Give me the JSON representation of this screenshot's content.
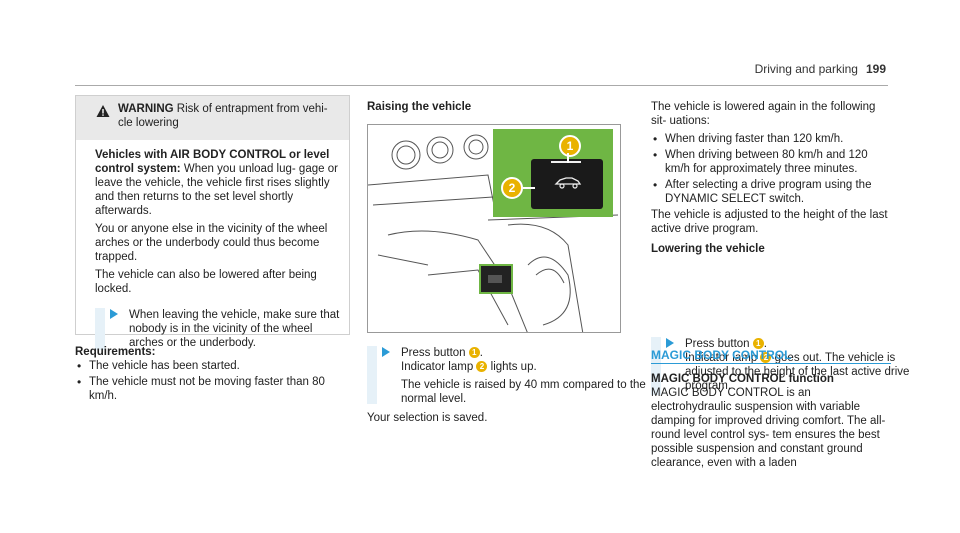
{
  "header": {
    "title": "Driving and parking",
    "page": "199"
  },
  "warning": {
    "label": "WARNING",
    "title": "Risk of entrapment from vehi- cle lowering",
    "subhead": "Vehicles with AIR BODY CONTROL or level control system:",
    "p1": "When you unload lug- gage or leave the vehicle, the vehicle first rises slightly and then returns to the set level shortly afterwards.",
    "p2": "You or anyone else in the vicinity of the wheel arches or the underbody could thus become trapped.",
    "p3": "The vehicle can also be lowered after being locked.",
    "step": "When leaving the vehicle, make sure that nobody is in the vicinity of the wheel arches or the underbody."
  },
  "requirements": {
    "title": "Requirements:",
    "items": [
      "The vehicle has been started.",
      "The vehicle must not be moving faster than 80 km/h."
    ]
  },
  "raising": {
    "title": "Raising the vehicle",
    "step_a": "Press button",
    "step_b": "Indicator lamp",
    "step_c": "lights up.",
    "step_d": "The vehicle is raised by 40 mm compared to the normal level.",
    "saved": "Your selection is saved."
  },
  "lowered": {
    "intro": "The vehicle is lowered again in the following sit- uations:",
    "items": [
      "When driving faster than 120 km/h.",
      "When driving between 80 km/h and 120 km/h for approximately three minutes.",
      "After selecting a drive program using the DYNAMIC SELECT switch."
    ],
    "adjusted": "The vehicle is adjusted to the height of the last active drive program."
  },
  "lowering": {
    "title": "Lowering the vehicle",
    "step_a": "Press button",
    "step_b": "Indicator lamp",
    "step_c": "goes out. The vehicle is adjusted to the height of the last active drive program."
  },
  "magic": {
    "section": "MAGIC BODY CONTROL",
    "subtitle": "MAGIC BODY CONTROL function",
    "body": "MAGIC BODY CONTROL is an electrohydraulic suspension with variable damping for improved driving comfort. The all-round level control sys- tem ensures the best possible suspension and constant ground clearance, even with a laden"
  },
  "callouts": {
    "one": "1",
    "two": "2"
  },
  "colors": {
    "accent": "#2b9bd6",
    "callout": "#e9b200",
    "highlight": "#6fb644"
  }
}
